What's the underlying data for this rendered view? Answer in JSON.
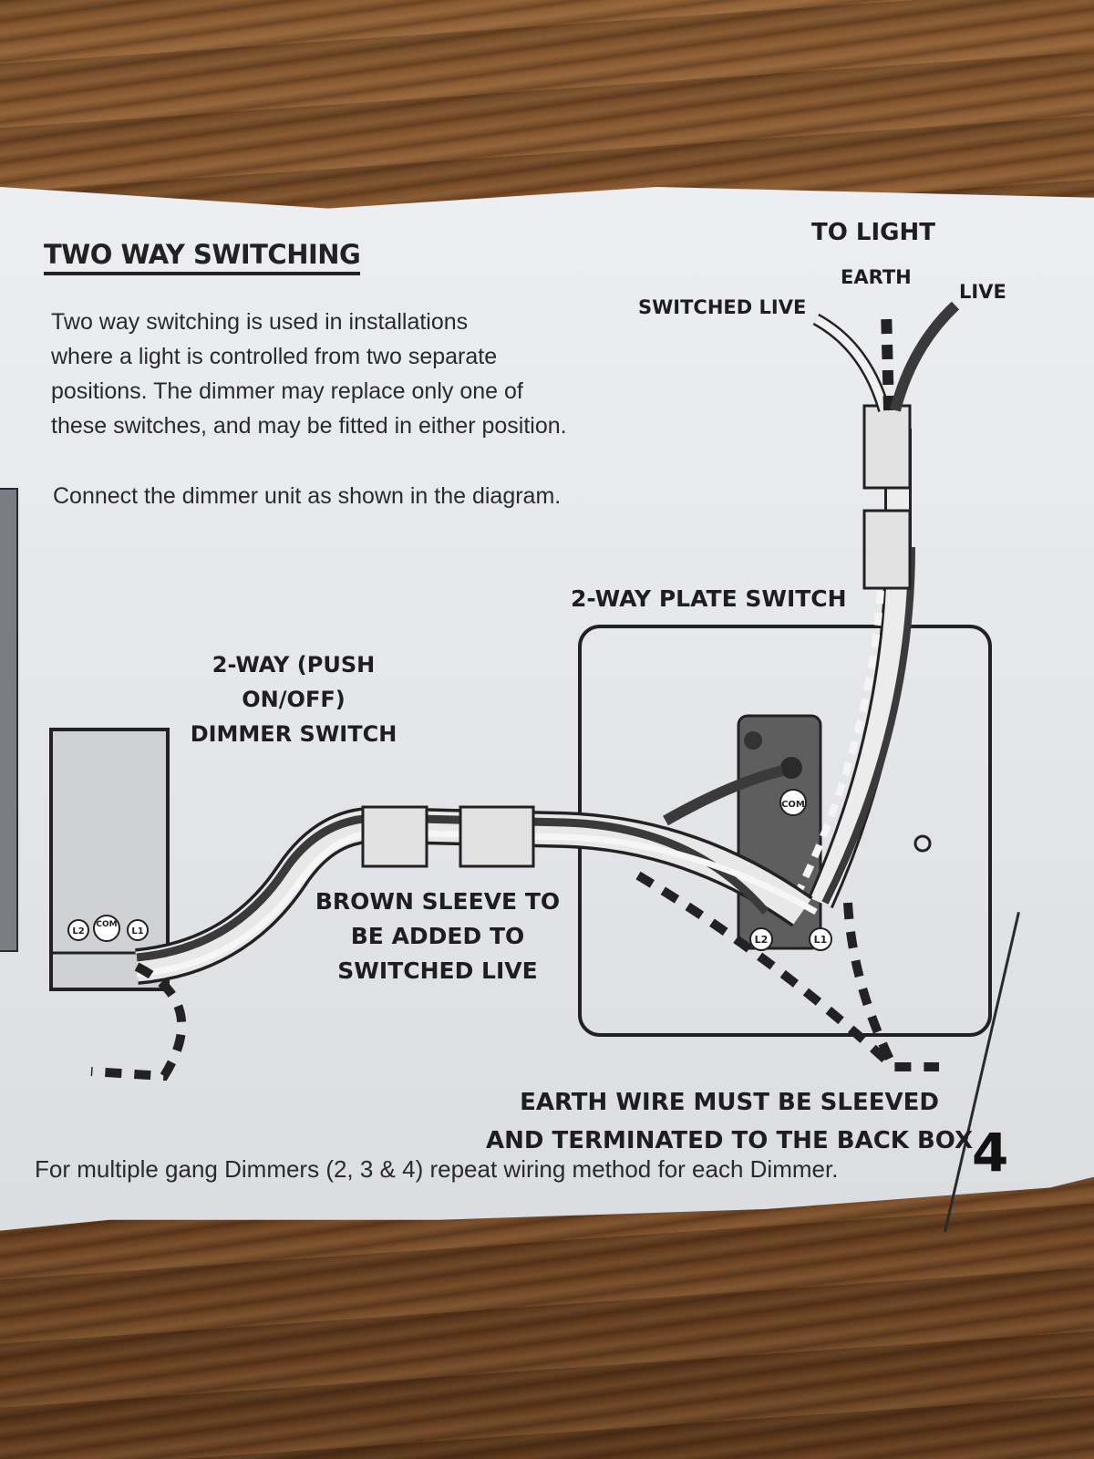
{
  "document": {
    "heading": "TWO WAY SWITCHING",
    "intro_lines": [
      "Two way switching is used in installations",
      "where  a light is controlled from two separate",
      "positions. The dimmer may replace only one of",
      "these switches, and may be fitted in either position."
    ],
    "connect_text": "Connect the dimmer unit as shown in the diagram.",
    "footer_text": "For multiple gang Dimmers (2, 3 & 4) repeat wiring method for each Dimmer.",
    "page_number": "4"
  },
  "diagram": {
    "to_light": "TO LIGHT",
    "earth": "EARTH",
    "live": "LIVE",
    "switched_live": "SWITCHED LIVE",
    "plate_switch": "2-WAY PLATE SWITCH",
    "dimmer_line1": "2-WAY (PUSH ON/OFF)",
    "dimmer_line2": "DIMMER SWITCH",
    "sleeve_line1": "BROWN SLEEVE TO",
    "sleeve_line2": "BE ADDED TO",
    "sleeve_line3": "SWITCHED LIVE",
    "earthwire_line1": "EARTH WIRE MUST BE SLEEVED",
    "earthwire_line2": "AND TERMINATED TO THE BACK BOX",
    "terminals": {
      "l2": "L2",
      "com": "COM",
      "l1": "L1"
    },
    "colors": {
      "ink": "#222222",
      "wire_dark": "#3a3a3a",
      "wire_light": "#f4f4f4",
      "earth_stripe": "#1e1e1e"
    }
  }
}
